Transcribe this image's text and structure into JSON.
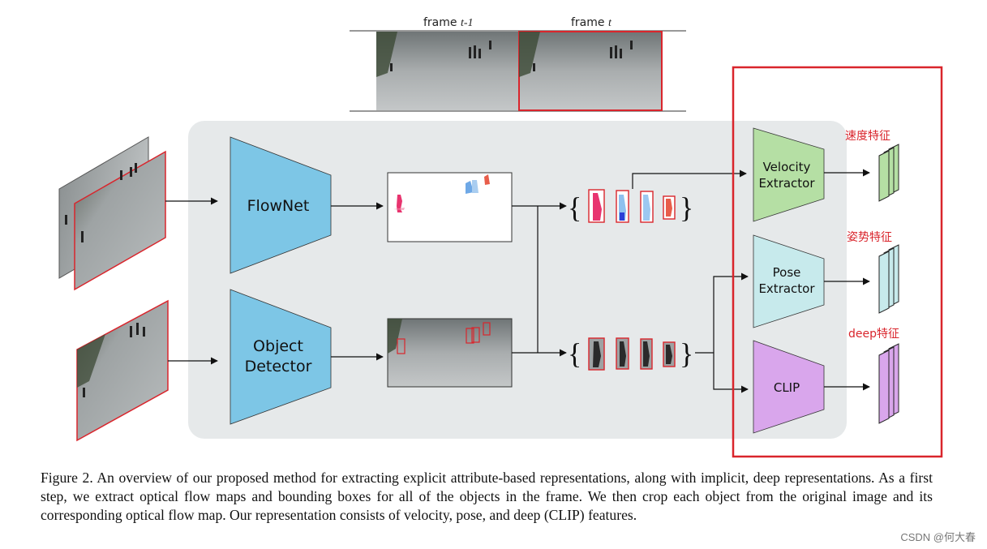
{
  "frames": {
    "prev_label": "frame t-1",
    "prev_label_word": "frame",
    "prev_label_var": "t-1",
    "curr_label_word": "frame",
    "curr_label_var": "t"
  },
  "blocks": {
    "flownet": "FlowNet",
    "detector_line1": "Object",
    "detector_line2": "Detector",
    "velocity_line1": "Velocity",
    "velocity_line2": "Extractor",
    "pose_line1": "Pose",
    "pose_line2": "Extractor",
    "clip": "CLIP"
  },
  "annotations": {
    "velocity_feature": "速度特征",
    "pose_feature": "姿势特征",
    "deep_feature": "deep特征"
  },
  "braces": {
    "open": "{",
    "close": "}"
  },
  "caption": "Figure 2. An overview of our proposed method for extracting explicit attribute-based representations, along with implicit, deep representations. As a first step, we extract optical flow maps and bounding boxes for all of the objects in the frame. We then crop each object from the original image and its corresponding optical flow map. Our representation consists of velocity, pose, and deep (CLIP) features.",
  "watermark": "CSDN @何大春",
  "colors": {
    "flownet_fill": "#7dc6e6",
    "velocity_fill": "#b5dfa4",
    "pose_fill": "#c7eaec",
    "clip_fill": "#d9a6ec",
    "highlight_red": "#d9252c",
    "panel_gray": "#e6e9ea"
  }
}
